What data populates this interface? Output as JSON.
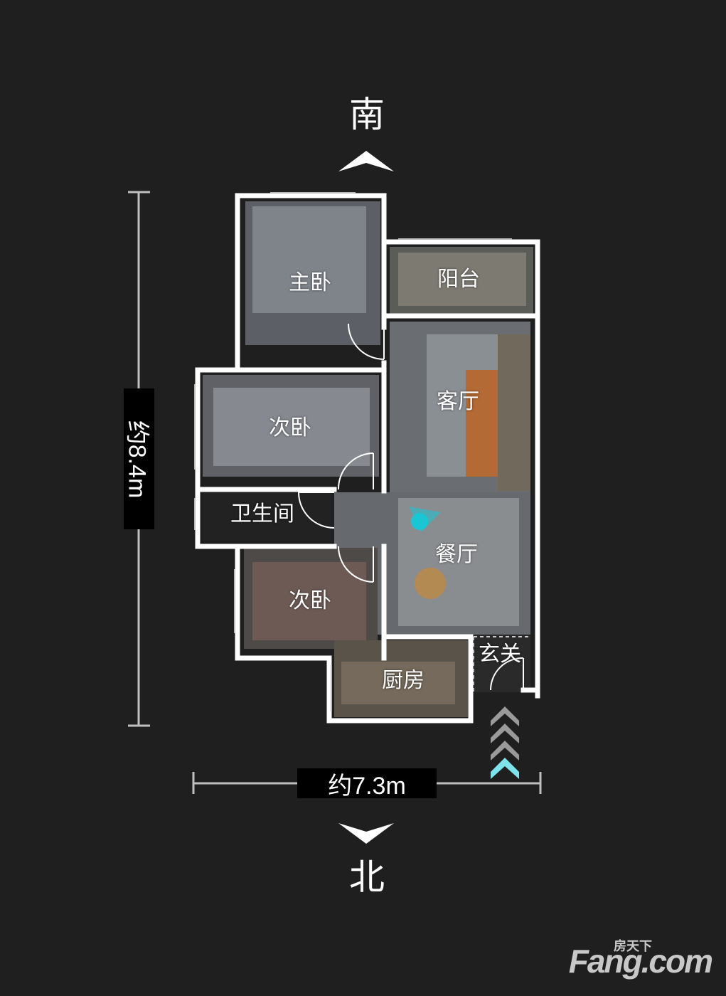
{
  "compass": {
    "south": "南",
    "north": "北"
  },
  "dimensions": {
    "width": "约7.3m",
    "depth": "约8.4m"
  },
  "rooms": {
    "master_bedroom": "主卧",
    "balcony": "阳台",
    "living_room": "客厅",
    "second_bedroom_1": "次卧",
    "bathroom": "卫生间",
    "dining_room": "餐厅",
    "second_bedroom_2": "次卧",
    "entrance": "玄关",
    "kitchen": "厨房"
  },
  "watermark": {
    "brand": "Fang.com",
    "sub": "房天下"
  },
  "colors": {
    "background": "#1f1f1f",
    "wall": "#ffffff",
    "position_marker": "#19c6d4",
    "entry_arrow_active": "#7fe3ec",
    "entry_arrow": "#9a9a9a"
  }
}
